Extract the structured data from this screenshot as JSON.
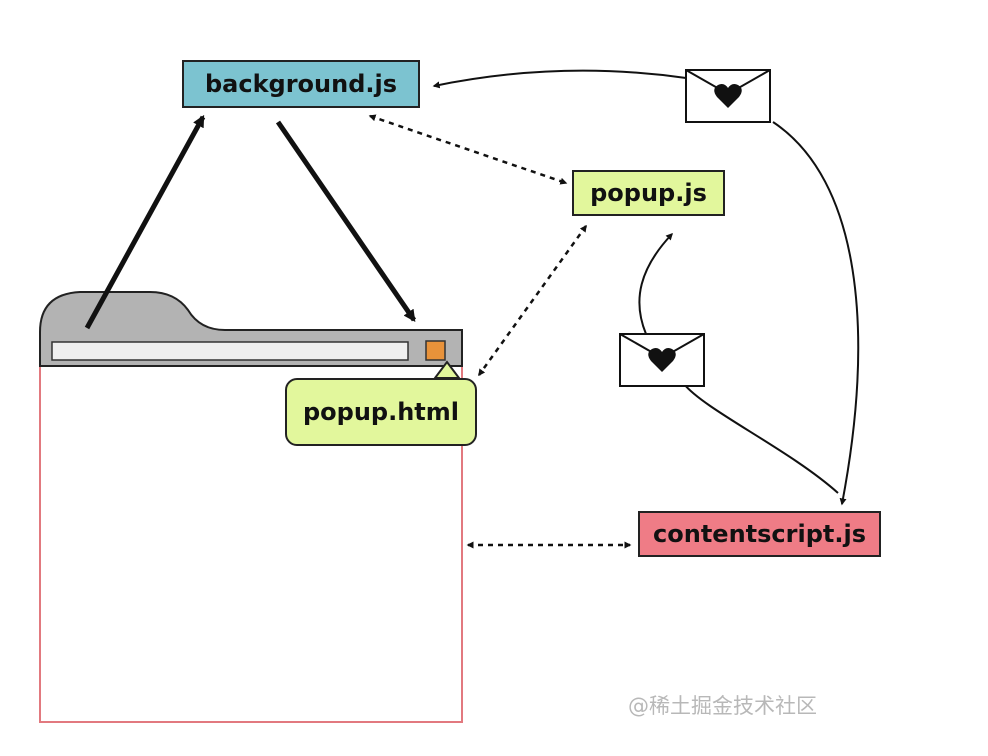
{
  "nodes": {
    "background_js": "background.js",
    "popup_js": "popup.js",
    "popup_html": "popup.html",
    "contentscript_js": "contentscript.js"
  },
  "watermark": "@稀土掘金技术社区",
  "colors": {
    "background_js_fill": "#7cc3d0",
    "popup_fill": "#e2f79c",
    "contentscript_fill": "#ef7c86",
    "browser_chrome": "#b3b3b3",
    "page_border": "#e2797f",
    "extension_icon": "#e8923a"
  },
  "icons": [
    "envelope-heart-icon",
    "envelope-heart-icon"
  ]
}
